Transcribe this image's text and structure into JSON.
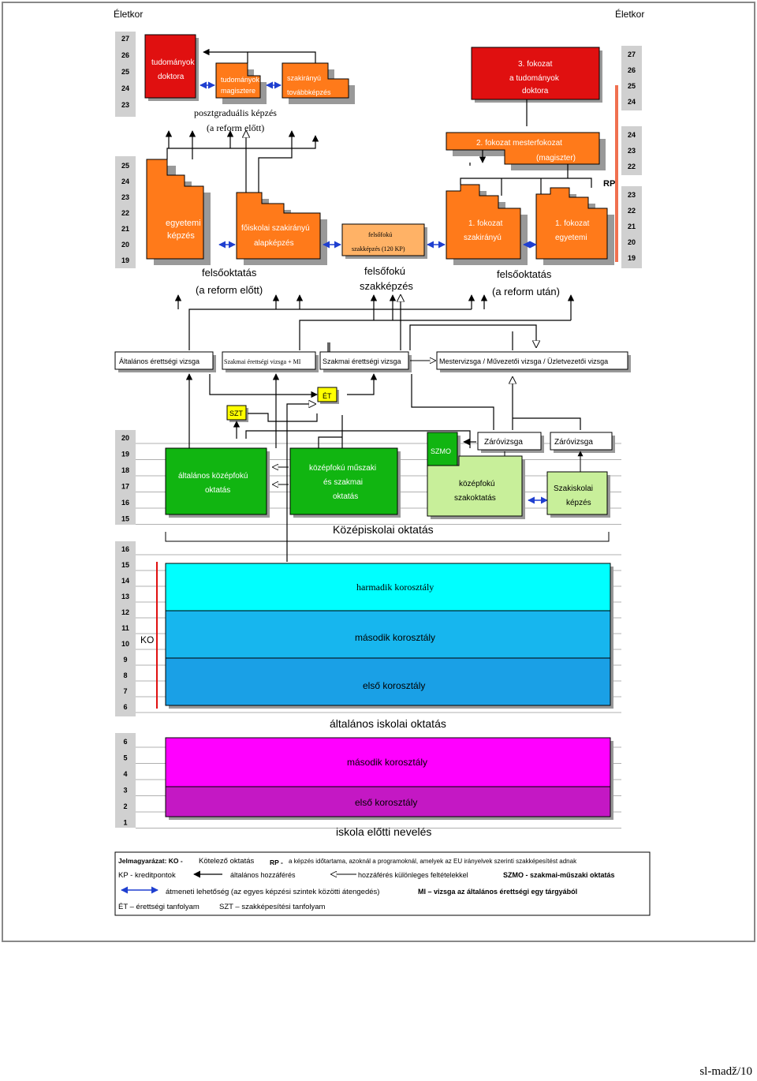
{
  "age_header": {
    "left": "Életkor",
    "right": "Életkor"
  },
  "age_ticks": {
    "top_left": [
      "27",
      "26",
      "25",
      "24",
      "23"
    ],
    "mid_left": [
      "25",
      "24",
      "23",
      "22",
      "21",
      "20",
      "19"
    ],
    "top_right": [
      "27",
      "26",
      "25",
      "24"
    ],
    "mid_right_a": [
      "24",
      "23",
      "22"
    ],
    "mid_right_b": [
      "23",
      "22",
      "21",
      "20",
      "19"
    ],
    "secondary": [
      "20",
      "19",
      "18",
      "17",
      "16",
      "15"
    ],
    "general": [
      "16",
      "15",
      "14",
      "13",
      "12",
      "11",
      "10",
      "9",
      "8",
      "7",
      "6"
    ],
    "preschool": [
      "6",
      "5",
      "4",
      "3",
      "2",
      "1"
    ]
  },
  "boxes": {
    "tud_doktora": [
      "tudományok",
      "doktora"
    ],
    "tud_magiszter": [
      "tudományok",
      "magisztere"
    ],
    "szakiranyu_tovabb": [
      "szakirányú",
      "továbbképzés"
    ],
    "posztgradualis": [
      "posztgraduális képzés",
      "(a reform előtt)"
    ],
    "egyetemi": [
      "egyetemi",
      "képzés"
    ],
    "foiskolai": [
      "főiskolai szakirányú",
      "alapképzés"
    ],
    "felsofoku_szakkepzes_box": [
      "felsőfokú",
      "szakképzés (120 KP)"
    ],
    "fokozat3": [
      "3. fokozat",
      "a tudományok",
      "doktora"
    ],
    "fokozat2": [
      "2. fokozat mesterfokozat",
      "(magiszter)"
    ],
    "fokozat1_szak": [
      "1. fokozat",
      "szakirányú"
    ],
    "fokozat1_egy": [
      "1. fokozat",
      "egyetemi"
    ],
    "rp": "RP",
    "felso_elott": [
      "felsőoktatás",
      "(a reform előtt)"
    ],
    "felso_szak": [
      "felsőfokú",
      "szakképzés"
    ],
    "felso_utan": [
      "felsőoktatás",
      "(a reform után)"
    ],
    "alt_erett": "Általános érettségi vizsga",
    "szak_erett_mi": "Szakmai érettségi vizsga + MI",
    "szak_erett": "Szakmai érettségi vizsga",
    "mester": "Mestervizsga  / Művezetői  vizsga / Üzletvezetői vizsga",
    "et": "ÉT",
    "szt": "SZT",
    "altalanos_kozep": [
      "általános középfokú",
      "oktatás"
    ],
    "kozep_muszaki": [
      "középfokú műszaki",
      "és szakmai",
      "oktatás"
    ],
    "szmo": "SZMO",
    "zarovizsga1": "Záróvizsga",
    "zarovizsga2": "Záróvizsga",
    "kozep_szak": [
      "középfokú",
      "szakoktatás"
    ],
    "szakiskolai": [
      "Szakiskolai",
      "képzés"
    ],
    "kozepiskolai": "Középiskolai oktatás",
    "ko": "KO",
    "harmadik": "harmadik korosztály",
    "masodik_alt": "második korosztály",
    "elso_alt": "első korosztály",
    "alt_iskolai": "általános iskolai oktatás",
    "masodik_pre": "második korosztály",
    "elso_pre": "első korosztály",
    "iskola_elotti": "iskola előtti nevelés"
  },
  "legend": {
    "line1_a": "Jelmagyarázat: KO -",
    "line1_b": "Kötelező oktatás",
    "line1_c": "RP -",
    "line1_d": "a képzés időtartama, azoknál a programoknál, amelyek az EU irányelvek szerinti szakképesítést adnak",
    "line2_a": "KP - kreditpontok",
    "line2_b": "általános hozzáférés",
    "line2_c": "hozzáférés különleges feltételekkel",
    "line2_d": "SZMO - szakmai-műszaki oktatás",
    "line3_a": "átmeneti lehetőség (az egyes képzési szintek közötti átengedés)",
    "line3_b": "MI – vizsga az általános érettségi egy tárgyából",
    "line4_a": "ÉT – érettségi tanfolyam",
    "line4_b": "SZT – szakképesítési tanfolyam"
  },
  "colors": {
    "red": "#e01010",
    "orange": "#ff7a1a",
    "light_orange": "#ffb266",
    "green": "#11b511",
    "light_green": "#c8ef9a",
    "yellow": "#ffff00",
    "cyan": "#00ffff",
    "blue1": "#17b6ee",
    "blue2": "#1aa0e6",
    "magenta": "#ff00ff",
    "purple": "#c418c4",
    "arrow_blue": "#1f3fd0"
  },
  "footer": "sl-madž/10"
}
